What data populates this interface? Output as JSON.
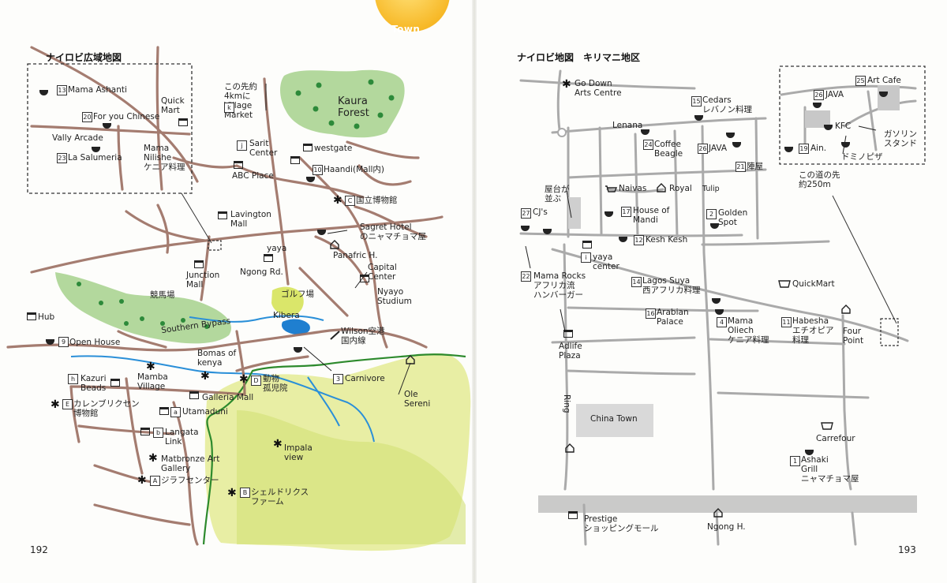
{
  "header": {
    "tag": "Town"
  },
  "left_page": {
    "title": "ナイロビ広域地図",
    "page_number": "192",
    "labels": {
      "mama_ashanti": "Mama Ashanti",
      "for_you_chinese": "For you Chinese",
      "quick_mart": "Quick\nMart",
      "vally_arcade": "Vally Arcade",
      "mama_nilishe": "Mama\nNilishe\nケニア料理",
      "la_salumeria": "La Salumeria",
      "village_market": "この先約\n4kmに\nVillage\nMarket",
      "kaura_forest": "Kaura\nForest",
      "sarit": "Sarit\nCenter",
      "westgate": "westgate",
      "abc": "ABC Place",
      "haandi": "Haandi(Mall内)",
      "national_museum": "国立博物館",
      "lavington": "Lavington\nMall",
      "sagret": "Sagret Hotel\nのニャマチョマ屋",
      "panafric": "Panafric H.",
      "yaya": "yaya",
      "junction": "Junction\nMall",
      "ngong_rd": "Ngong Rd.",
      "capital": "Capital\nCenter",
      "racecourse": "競馬場",
      "golf": "ゴルフ場",
      "nyayo": "Nyayo\nStudium",
      "hub": "Hub",
      "southern_bypass": "Southern Bypass",
      "kibera": "Kibera",
      "wilson": "Wilson空港\n国内線",
      "open_house": "Open House",
      "bomas": "Bomas of\nkenya",
      "orphanage": "動物\n孤児院",
      "carnivore": "Carnivore",
      "kazuri": "Kazuri\nBeads",
      "mamba": "Mamba\nVillage",
      "karen_blixen": "カレンブリクセン\n博物館",
      "galleria": "Galleria Mall",
      "ole_sereni": "Ole\nSereni",
      "utamaduni": "Utamaduni",
      "langata": "Langata\nLink",
      "matbronze": "Matbronze Art\nGallery",
      "impala": "Impala\nview",
      "giraffe": "ジラフセンター",
      "sheldrick": "シェルドリクス\nファーム"
    },
    "badges": {
      "n13": "13",
      "n20": "20",
      "n23": "23",
      "nk": "k",
      "nj": "j",
      "n10": "10",
      "nC": "C",
      "n9": "9",
      "nD": "D",
      "n3": "3",
      "nh": "h",
      "nE": "E",
      "na": "a",
      "nb": "b",
      "nA": "A",
      "nB": "B"
    }
  },
  "right_page": {
    "title": "ナイロビ地図　キリマニ地区",
    "page_number": "193",
    "labels": {
      "go_down": "Go Down\nArts Centre",
      "lenana": "Lenana",
      "cedars": "Cedars\nレバノン料理",
      "coffee_beagle": "Coffee\nBeagle",
      "java": "JAVA",
      "jinya": "陣屋",
      "naivas": "Naivas",
      "royal": "Royal",
      "tulip": "Tulip",
      "house_of_mandi": "House of\nMandi",
      "golden_spot": "Golden\nSpot",
      "yatai": "屋台が\n並ぶ",
      "cjs": "CJ's",
      "kesh_kesh": "Kesh Kesh",
      "yaya_center": "yaya\ncenter",
      "lagos": "Lagos Suya\n西アフリカ料理",
      "mama_rocks": "Mama Rocks\nアフリカ流\nハンバーガー",
      "quickmart": "QuickMart",
      "arabian": "Arabian\nPalace",
      "mama_oliech": "Mama\nOliech\nケニア料理",
      "habesha": "Habesha\nエチオピア\n料理",
      "four_point": "Four\nPoint",
      "adlife": "Adlife\nPlaza",
      "ring": "Ring",
      "china_town": "China  Town",
      "carrefour": "Carrefour",
      "ashaki": "Ashaki\nGrill\nニャマチョマ屋",
      "prestige": "Prestige\nショッピングモール",
      "ngong_h": "Ngong H.",
      "java_inset": "JAVA",
      "art_cafe": "Art Cafe",
      "kfc": "KFC",
      "gasoline": "ガソリン\nスタンド",
      "ain": "Ain.",
      "domino": "ドミノピザ",
      "road_note": "この道の先\n約250m"
    },
    "badges": {
      "n15": "15",
      "n24": "24",
      "n26": "26",
      "n21": "21",
      "n17": "17",
      "n2": "2",
      "n27": "27",
      "n12": "12",
      "ni": "i",
      "n14": "14",
      "n22": "22",
      "n16": "16",
      "n4": "4",
      "n11": "11",
      "n1": "1",
      "n26b": "26",
      "n25": "25",
      "n19": "19"
    }
  }
}
